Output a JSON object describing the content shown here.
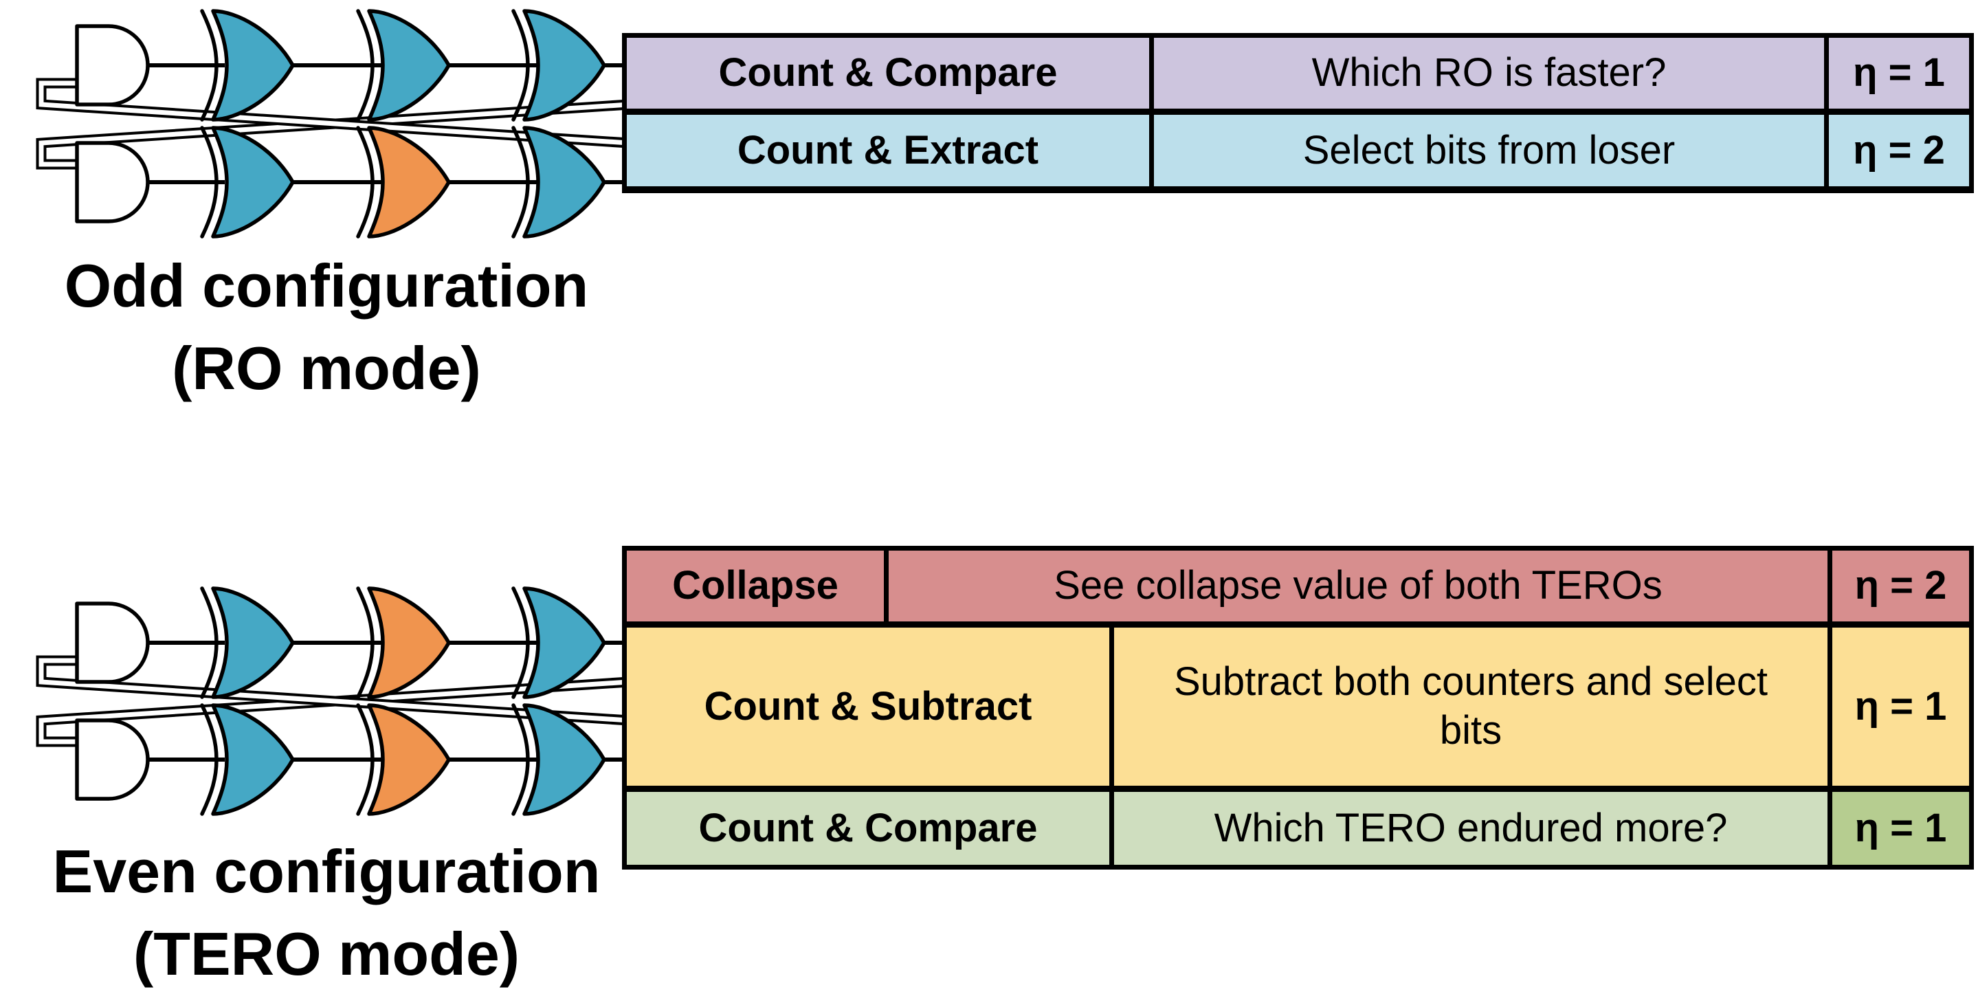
{
  "labels": {
    "odd_title": "Odd configuration",
    "odd_subtitle": "(RO mode)",
    "even_title": "Even configuration",
    "even_subtitle": "(TERO mode)"
  },
  "palette": {
    "teal": "#45A8C5",
    "orange": "#F0944E",
    "gate_white": "#FFFFFF",
    "wire_black": "#000000"
  },
  "circuits": {
    "odd": {
      "top_gates": [
        "#45A8C5",
        "#45A8C5",
        "#45A8C5"
      ],
      "bottom_gates": [
        "#45A8C5",
        "#F0944E",
        "#45A8C5"
      ]
    },
    "even": {
      "top_gates": [
        "#45A8C5",
        "#F0944E",
        "#45A8C5"
      ],
      "bottom_gates": [
        "#45A8C5",
        "#F0944E",
        "#45A8C5"
      ]
    }
  },
  "ro_table": {
    "rows": [
      {
        "mode": "Count & Compare",
        "description": "Which RO is faster?",
        "eta": "η = 1",
        "bg": "#CDC5DE",
        "eta_bg": "#CDC5DE"
      },
      {
        "mode": "Count & Extract",
        "description": "Select bits from loser",
        "eta": "η = 2",
        "bg": "#BCDFEB",
        "eta_bg": "#BCDFEB"
      }
    ]
  },
  "tero_table": {
    "rows": [
      {
        "mode": "Collapse",
        "description": "See collapse value of both TEROs",
        "eta": "η = 2",
        "bg": "#D78E8E",
        "eta_bg": "#D78E8E"
      },
      {
        "mode": "Count & Subtract",
        "description": "Subtract both counters and select bits",
        "eta": "η = 1",
        "bg": "#FCDF95",
        "eta_bg": "#FCDF95"
      },
      {
        "mode": "Count & Compare",
        "description": "Which TERO endured more?",
        "eta": "η = 1",
        "bg": "#CFDEBF",
        "eta_bg": "#B6CD90"
      }
    ]
  }
}
